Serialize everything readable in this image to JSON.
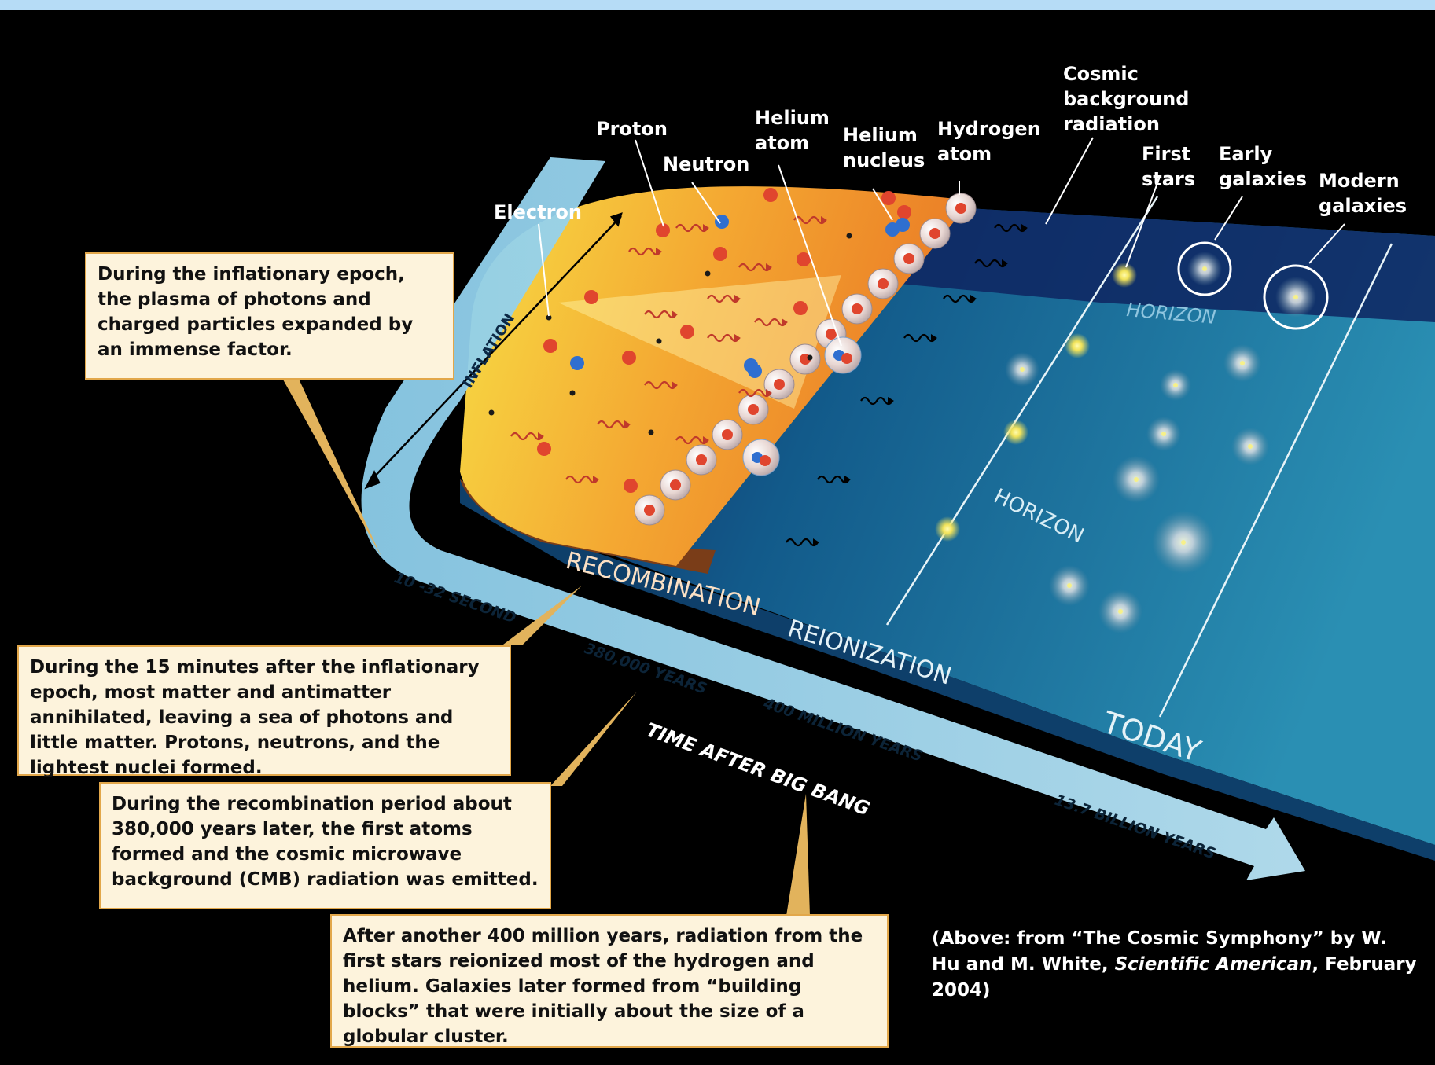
{
  "particle_labels": {
    "proton": "Proton",
    "neutron": "Neutron",
    "electron": "Electron",
    "helium_atom": [
      "Helium",
      "atom"
    ],
    "helium_nucleus": [
      "Helium",
      "nucleus"
    ],
    "hydrogen_atom": [
      "Hydrogen",
      "atom"
    ],
    "cmb": [
      "Cosmic",
      "background",
      "radiation"
    ],
    "first_stars": [
      "First",
      "stars"
    ],
    "early_galaxies": [
      "Early",
      "galaxies"
    ],
    "modern_galaxies": [
      "Modern",
      "galaxies"
    ]
  },
  "era_labels": {
    "inflation": "INFLATION",
    "recombination": "RECOMBINATION",
    "reionization": "REIONIZATION",
    "today": "TODAY",
    "horizon": "HORIZON"
  },
  "timeline": {
    "t1": "10 -32 SECOND",
    "t2": "380,000 YEARS",
    "t3": "400 MILLION YEARS",
    "t4": "13.7 BILLION YEARS",
    "axis_label": "TIME AFTER BIG BANG"
  },
  "callouts": {
    "inflation": "During the inflationary epoch, the plasma of photons and charged particles expanded by an immense factor.",
    "annihilation": "During the 15 minutes after the inflationary epoch, most matter and antimatter annihilated, leaving a sea of photons and little matter. Protons, neutrons, and the lightest nuclei formed.",
    "recombination": "During the recombination period about 380,000 years later, the first atoms formed and the cosmic microwave background (CMB) radiation was emitted.",
    "reionization": "After another 400 million years, radiation from the first stars reionized most of the hydrogen and helium. Galaxies later formed from “building blocks” that were initially about the size of a globular cluster."
  },
  "credit": {
    "prefix": "(Above: from “The Cosmic Symphony” by W. Hu and M. White, ",
    "journal": "Scientific American",
    "suffix": ", February 2004)"
  },
  "colors": {
    "plasma_yellow": "#f6d23c",
    "plasma_orange": "#ee8a2c",
    "proton": "#e0452e",
    "neutron": "#2f6fd0",
    "deep_blue": "#0d2f6a",
    "teal": "#1f7ea3",
    "arrow": "#a9dcf2",
    "callout_fill": "#fdf3dc",
    "callout_border": "#e2a74a"
  }
}
